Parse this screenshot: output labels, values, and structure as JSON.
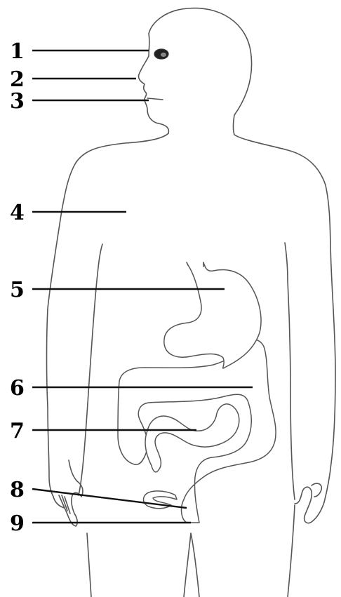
{
  "labels": [
    {
      "number": "1",
      "target": "eye"
    },
    {
      "number": "2",
      "target": "nose"
    },
    {
      "number": "3",
      "target": "mouth"
    },
    {
      "number": "4",
      "target": "chest"
    },
    {
      "number": "5",
      "target": "stomach"
    },
    {
      "number": "6",
      "target": "large-intestine"
    },
    {
      "number": "7",
      "target": "small-intestine"
    },
    {
      "number": "8",
      "target": "appendix"
    },
    {
      "number": "9",
      "target": "rectum"
    }
  ],
  "colors": {
    "outline": "#555555",
    "leader": "#111111",
    "label_text": "#000000",
    "background": "#ffffff"
  }
}
